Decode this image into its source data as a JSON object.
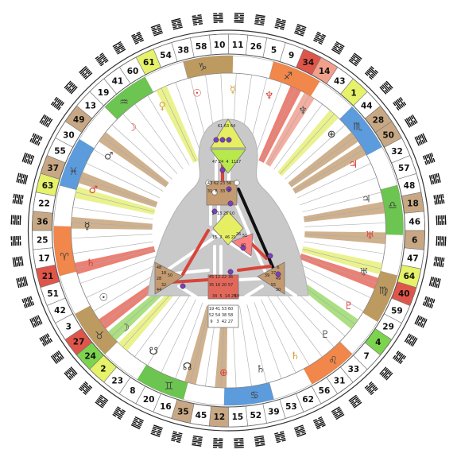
{
  "gates": [
    {
      "n": "10",
      "c": "#ffffff"
    },
    {
      "n": "11",
      "c": "#ffffff"
    },
    {
      "n": "26",
      "c": "#ffffff"
    },
    {
      "n": "5",
      "c": "#ffffff"
    },
    {
      "n": "9",
      "c": "#ffffff"
    },
    {
      "n": "34",
      "c": "#e0554a"
    },
    {
      "n": "14",
      "c": "#f2a08c"
    },
    {
      "n": "43",
      "c": "#ffffff"
    },
    {
      "n": "1",
      "c": "#e5f26a"
    },
    {
      "n": "44",
      "c": "#ffffff"
    },
    {
      "n": "28",
      "c": "#c8a884"
    },
    {
      "n": "50",
      "c": "#c8a884"
    },
    {
      "n": "32",
      "c": "#ffffff"
    },
    {
      "n": "57",
      "c": "#ffffff"
    },
    {
      "n": "48",
      "c": "#ffffff"
    },
    {
      "n": "18",
      "c": "#c8a884"
    },
    {
      "n": "46",
      "c": "#ffffff"
    },
    {
      "n": "6",
      "c": "#c8a884"
    },
    {
      "n": "47",
      "c": "#ffffff"
    },
    {
      "n": "64",
      "c": "#e5f26a"
    },
    {
      "n": "40",
      "c": "#e0554a"
    },
    {
      "n": "59",
      "c": "#ffffff"
    },
    {
      "n": "29",
      "c": "#ffffff"
    },
    {
      "n": "4",
      "c": "#7cd44e"
    },
    {
      "n": "7",
      "c": "#ffffff"
    },
    {
      "n": "33",
      "c": "#ffffff"
    },
    {
      "n": "31",
      "c": "#ffffff"
    },
    {
      "n": "56",
      "c": "#ffffff"
    },
    {
      "n": "62",
      "c": "#ffffff"
    },
    {
      "n": "53",
      "c": "#ffffff"
    },
    {
      "n": "39",
      "c": "#ffffff"
    },
    {
      "n": "52",
      "c": "#ffffff"
    },
    {
      "n": "15",
      "c": "#ffffff"
    },
    {
      "n": "12",
      "c": "#c8a884"
    },
    {
      "n": "45",
      "c": "#ffffff"
    },
    {
      "n": "35",
      "c": "#c8a884"
    },
    {
      "n": "16",
      "c": "#ffffff"
    },
    {
      "n": "20",
      "c": "#ffffff"
    },
    {
      "n": "8",
      "c": "#ffffff"
    },
    {
      "n": "23",
      "c": "#ffffff"
    },
    {
      "n": "2",
      "c": "#e5f26a"
    },
    {
      "n": "24",
      "c": "#7cd44e"
    },
    {
      "n": "27",
      "c": "#e0554a"
    },
    {
      "n": "3",
      "c": "#ffffff"
    },
    {
      "n": "42",
      "c": "#ffffff"
    },
    {
      "n": "51",
      "c": "#ffffff"
    },
    {
      "n": "21",
      "c": "#e0554a"
    },
    {
      "n": "17",
      "c": "#ffffff"
    },
    {
      "n": "25",
      "c": "#ffffff"
    },
    {
      "n": "36",
      "c": "#c8a884"
    },
    {
      "n": "22",
      "c": "#ffffff"
    },
    {
      "n": "63",
      "c": "#e5f26a"
    },
    {
      "n": "37",
      "c": "#c8a884"
    },
    {
      "n": "55",
      "c": "#ffffff"
    },
    {
      "n": "30",
      "c": "#ffffff"
    },
    {
      "n": "49",
      "c": "#c8a884"
    },
    {
      "n": "13",
      "c": "#ffffff"
    },
    {
      "n": "19",
      "c": "#ffffff"
    },
    {
      "n": "41",
      "c": "#ffffff"
    },
    {
      "n": "60",
      "c": "#ffffff"
    },
    {
      "n": "61",
      "c": "#e5f26a"
    },
    {
      "n": "54",
      "c": "#ffffff"
    },
    {
      "n": "38",
      "c": "#ffffff"
    },
    {
      "n": "58",
      "c": "#ffffff"
    }
  ],
  "zodiac": [
    {
      "sym": "♑",
      "color": "#b6904f"
    },
    {
      "sym": "♐",
      "color": "#f07a36"
    },
    {
      "sym": "♏",
      "color": "#4a90d8"
    },
    {
      "sym": "♎",
      "color": "#5cbf3d"
    },
    {
      "sym": "♍",
      "color": "#b6904f"
    },
    {
      "sym": "♌",
      "color": "#f07a36"
    },
    {
      "sym": "♋",
      "color": "#4a90d8"
    },
    {
      "sym": "♊",
      "color": "#5cbf3d"
    },
    {
      "sym": "♉",
      "color": "#b6904f"
    },
    {
      "sym": "♈",
      "color": "#f07a36"
    },
    {
      "sym": "♓",
      "color": "#4a90d8"
    },
    {
      "sym": "♒",
      "color": "#5cbf3d"
    }
  ],
  "planets": [
    {
      "sym": "☿",
      "color": "#d4a23a"
    },
    {
      "sym": "♆",
      "color": "#d8443a"
    },
    {
      "sym": "♆",
      "color": "#555555"
    },
    {
      "sym": "⊕",
      "color": "#333333"
    },
    {
      "sym": "♃",
      "color": "#d8443a"
    },
    {
      "sym": "♃",
      "color": "#555555"
    },
    {
      "sym": "♅",
      "color": "#d8443a"
    },
    {
      "sym": "♅",
      "color": "#555555"
    },
    {
      "sym": "♇",
      "color": "#d8443a"
    },
    {
      "sym": "♇",
      "color": "#555555"
    },
    {
      "sym": "♄",
      "color": "#d4a23a"
    },
    {
      "sym": "♄",
      "color": "#555555"
    },
    {
      "sym": "⊕",
      "color": "#d8443a"
    },
    {
      "sym": "☊",
      "color": "#333333"
    },
    {
      "sym": "☋",
      "color": "#333333"
    },
    {
      "sym": "☽",
      "color": "#333333"
    },
    {
      "sym": "☉",
      "color": "#333333"
    },
    {
      "sym": "♄",
      "color": "#d8443a"
    },
    {
      "sym": "☿",
      "color": "#333333"
    },
    {
      "sym": "♂",
      "color": "#d8443a"
    },
    {
      "sym": "♂",
      "color": "#555555"
    },
    {
      "sym": "☽",
      "color": "#d8443a"
    },
    {
      "sym": "♀",
      "color": "#d4a23a"
    },
    {
      "sym": "☉",
      "color": "#d8443a"
    }
  ],
  "bodygraph_labels": [
    "61",
    "63",
    "64",
    "47",
    "24",
    "4",
    "11",
    "17",
    "43",
    "62",
    "23",
    "56",
    "31",
    "8",
    "33",
    "7",
    "1",
    "13",
    "25",
    "10",
    "15",
    "2",
    "46",
    "21",
    "26",
    "51",
    "40",
    "45",
    "12",
    "22",
    "36",
    "35",
    "16",
    "20",
    "57",
    "48",
    "18",
    "28",
    "32",
    "44",
    "50",
    "6",
    "37",
    "49",
    "55",
    "30",
    "39",
    "19",
    "41",
    "53",
    "60",
    "52",
    "54",
    "38",
    "58",
    "9",
    "3",
    "42",
    "27",
    "34",
    "5",
    "14",
    "29",
    "59"
  ]
}
